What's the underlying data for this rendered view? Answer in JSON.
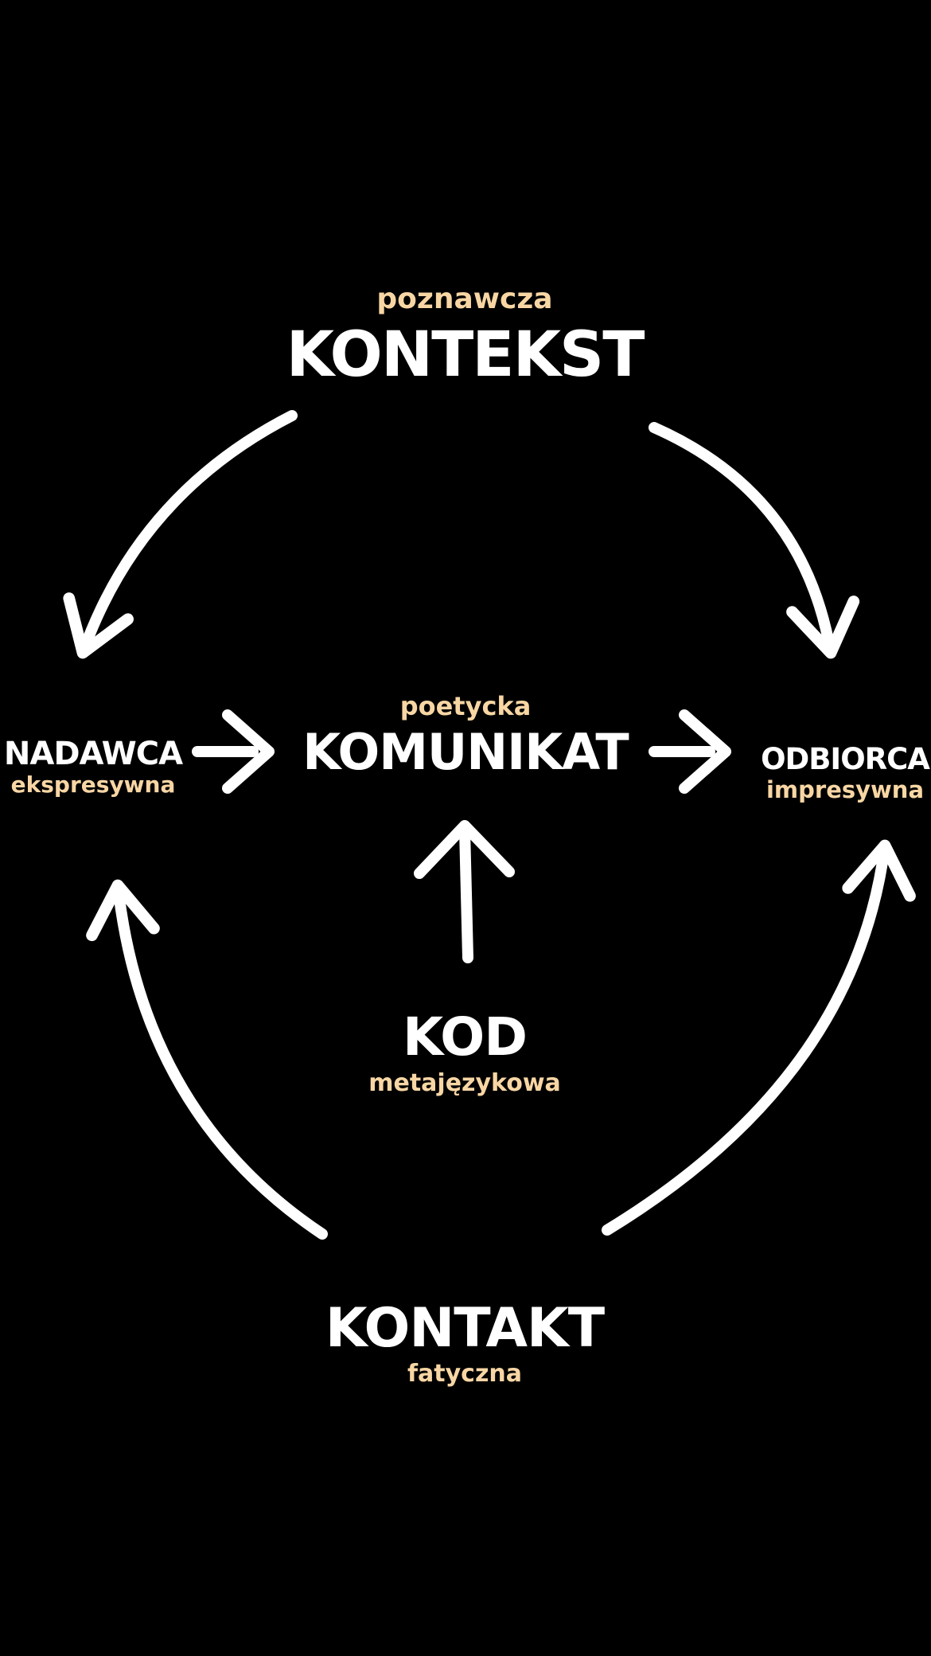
{
  "diagram": {
    "colors": {
      "background": "#000000",
      "node_label": "#ffffff",
      "function_label": "#f8d6a4",
      "arrow": "#ffffff"
    },
    "nodes": {
      "kontekst": {
        "label": "KONTEKST",
        "function": "poznawcza"
      },
      "nadawca": {
        "label": "NADAWCA",
        "function": "ekspresywna"
      },
      "komunikat": {
        "label": "KOMUNIKAT",
        "function": "poetycka"
      },
      "odbiorca": {
        "label": "ODBIORCA",
        "function": "impresywna"
      },
      "kod": {
        "label": "KOD",
        "function": "metajęzykowa"
      },
      "kontakt": {
        "label": "KONTAKT",
        "function": "fatyczna"
      }
    },
    "arrows": [
      {
        "from": "kontekst",
        "to": "nadawca"
      },
      {
        "from": "kontekst",
        "to": "odbiorca"
      },
      {
        "from": "nadawca",
        "to": "komunikat"
      },
      {
        "from": "komunikat",
        "to": "odbiorca"
      },
      {
        "from": "kod",
        "to": "komunikat"
      },
      {
        "from": "kontakt",
        "to": "nadawca"
      },
      {
        "from": "kontakt",
        "to": "odbiorca"
      }
    ]
  }
}
